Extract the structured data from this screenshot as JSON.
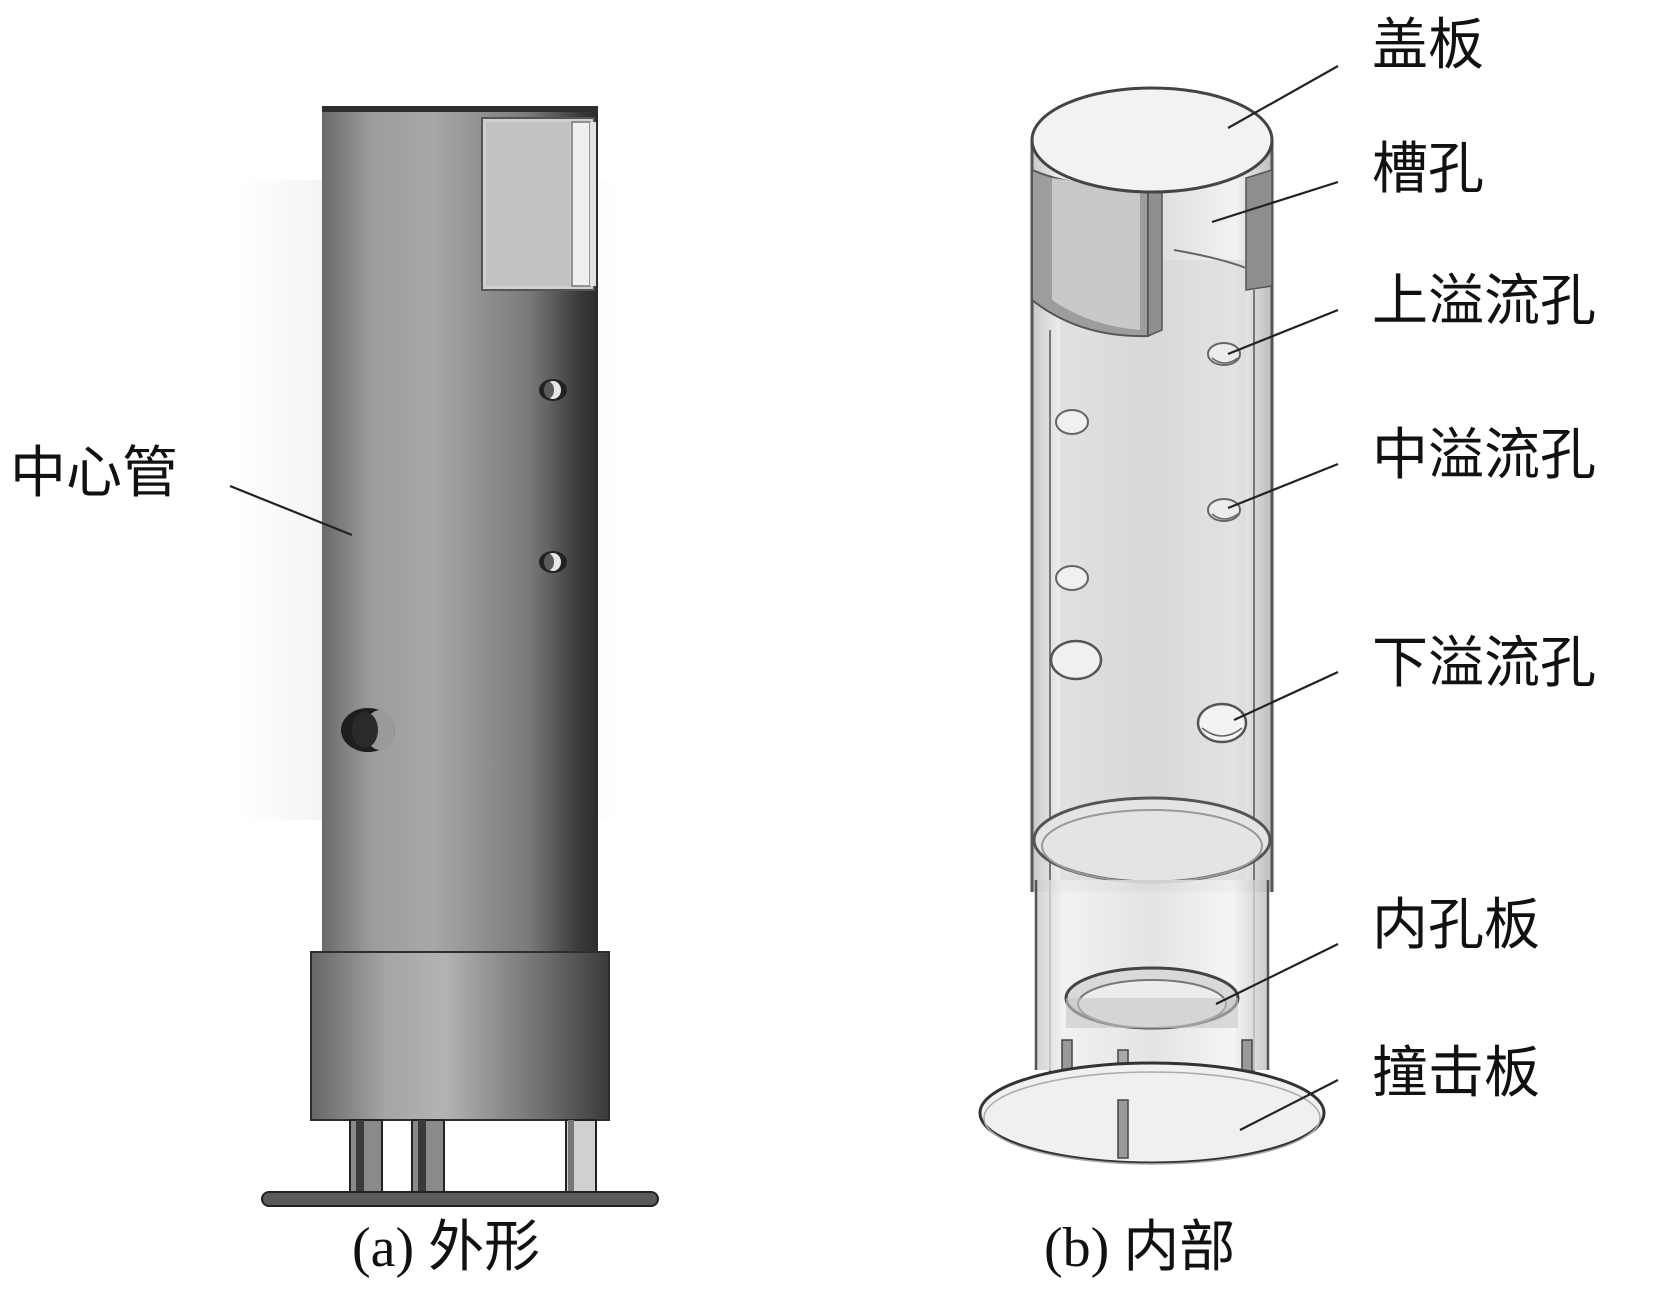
{
  "panel_a": {
    "caption": "(a) 外形",
    "labels": {
      "center_tube": "中心管"
    }
  },
  "panel_b": {
    "caption": "(b) 内部",
    "labels": {
      "cover_plate": "盖板",
      "slot_hole": "槽孔",
      "upper_overflow_hole": "上溢流孔",
      "middle_overflow_hole": "中溢流孔",
      "lower_overflow_hole": "下溢流孔",
      "inner_orifice_plate": "内孔板",
      "impact_plate": "撞击板"
    }
  },
  "colors": {
    "tube_dark": "#3e3e3e",
    "tube_mid": "#8a8a8a",
    "tube_light": "#bdbdbd",
    "glass_edge": "#555555",
    "glass_fill": "#e9e9e9",
    "leader_line": "#222222"
  }
}
